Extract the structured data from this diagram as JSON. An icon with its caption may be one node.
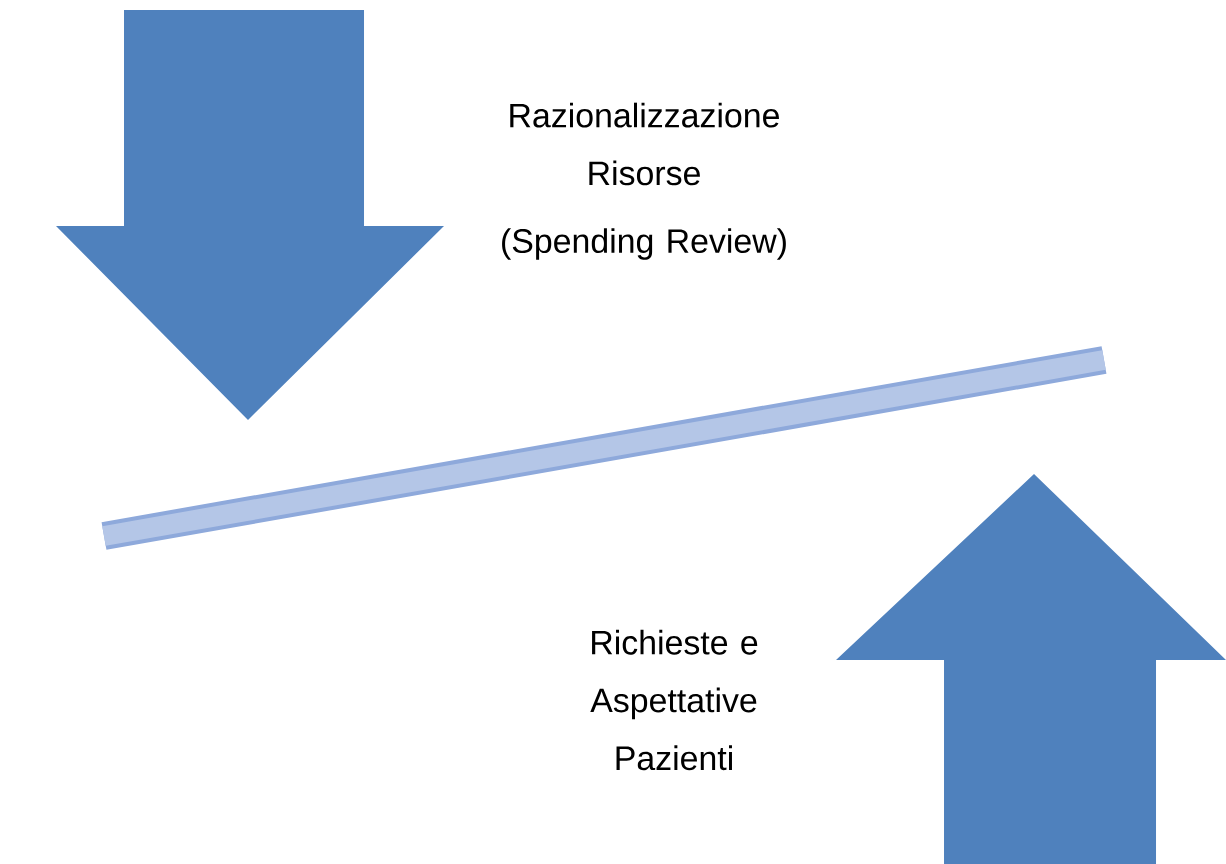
{
  "diagram": {
    "labels": [
      "Razionalizzazione Risorse",
      "(Spending Review)",
      "Richieste e Aspettative Pazienti"
    ]
  }
}
